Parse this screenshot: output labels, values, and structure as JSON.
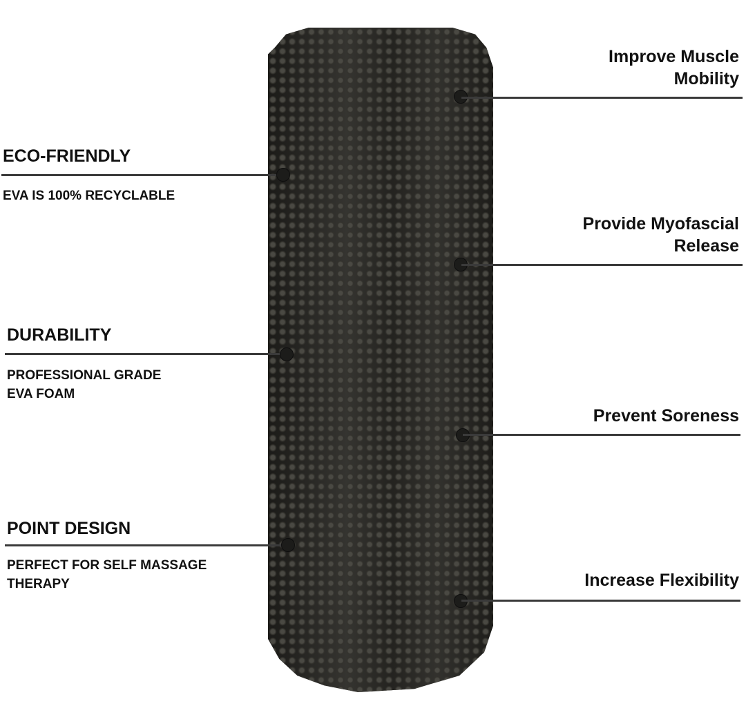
{
  "left_features": [
    {
      "title": "ECO-FRIENDLY",
      "subtitle": "EVA IS 100% RECYCLABLE"
    },
    {
      "title": "DURABILITY",
      "subtitle": "PROFESSIONAL GRADE\nEVA FOAM"
    },
    {
      "title": "POINT DESIGN",
      "subtitle": "PERFECT FOR SELF MASSAGE\nTHERAPY"
    }
  ],
  "right_features": [
    {
      "title": "Improve Muscle\nMobility"
    },
    {
      "title": "Provide Myofascial\nRelease"
    },
    {
      "title": "Prevent Soreness"
    },
    {
      "title": "Increase Flexibility"
    }
  ],
  "product": {
    "name": "foam-roller",
    "color": "#2a2925"
  }
}
